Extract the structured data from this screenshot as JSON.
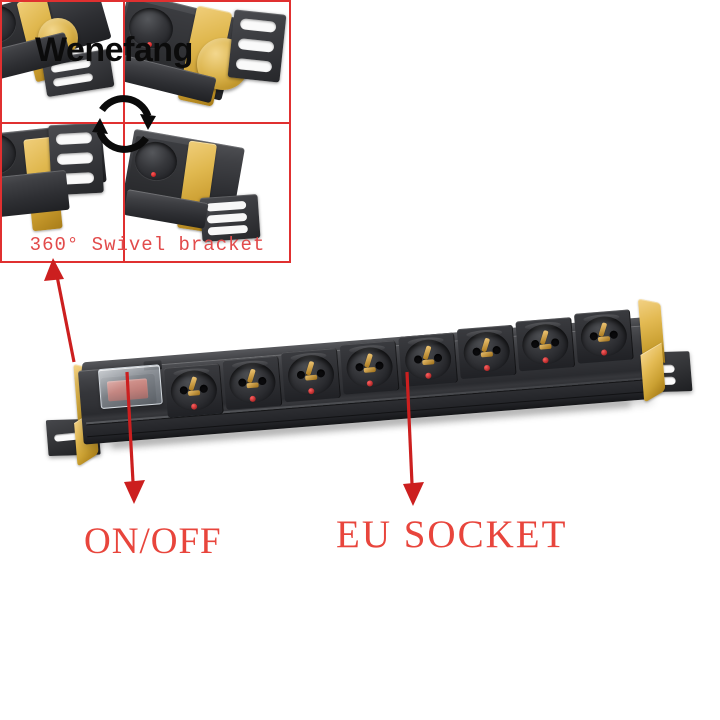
{
  "product": {
    "brand": "Wenefang",
    "type": "rack-mount-pdu-power-strip",
    "socket_type": "EU Schuko",
    "socket_count": 8,
    "body_color": "#2e2f33",
    "bracket_color": "#dcb54e"
  },
  "inset_panel": {
    "caption": "360° Swivel bracket",
    "caption_color": "#e24b4b",
    "border_color": "#e03030",
    "grid": "2x2",
    "rotation_icon": "circular-rotation-arrow",
    "cells": [
      {
        "position": "top-left",
        "description": "swivel bracket angled down"
      },
      {
        "position": "top-right",
        "description": "swivel bracket with yellow disc and slotted plate"
      },
      {
        "position": "bottom-left",
        "description": "swivel bracket rotated flat"
      },
      {
        "position": "bottom-right",
        "description": "swivel bracket folded back"
      }
    ]
  },
  "annotations": [
    {
      "id": "bracket-arrow",
      "direction": "up",
      "color": "#cc1f1f",
      "target": "swivel bracket"
    },
    {
      "id": "switch-arrow",
      "direction": "down",
      "color": "#cc1f1f",
      "target": "power switch"
    },
    {
      "id": "socket-arrow",
      "direction": "down",
      "color": "#cc1f1f",
      "target": "EU socket"
    }
  ],
  "labels": {
    "onoff": "ON/OFF",
    "eu_socket": "EU  SOCKET",
    "label_color": "#e8453c"
  },
  "switch": {
    "name": "power-rocker-switch",
    "color": "#c2301c",
    "cover": "transparent-flip-cover"
  },
  "sockets": [
    {
      "index": 1
    },
    {
      "index": 2
    },
    {
      "index": 3
    },
    {
      "index": 4
    },
    {
      "index": 5
    },
    {
      "index": 6
    },
    {
      "index": 7
    },
    {
      "index": 8
    }
  ]
}
